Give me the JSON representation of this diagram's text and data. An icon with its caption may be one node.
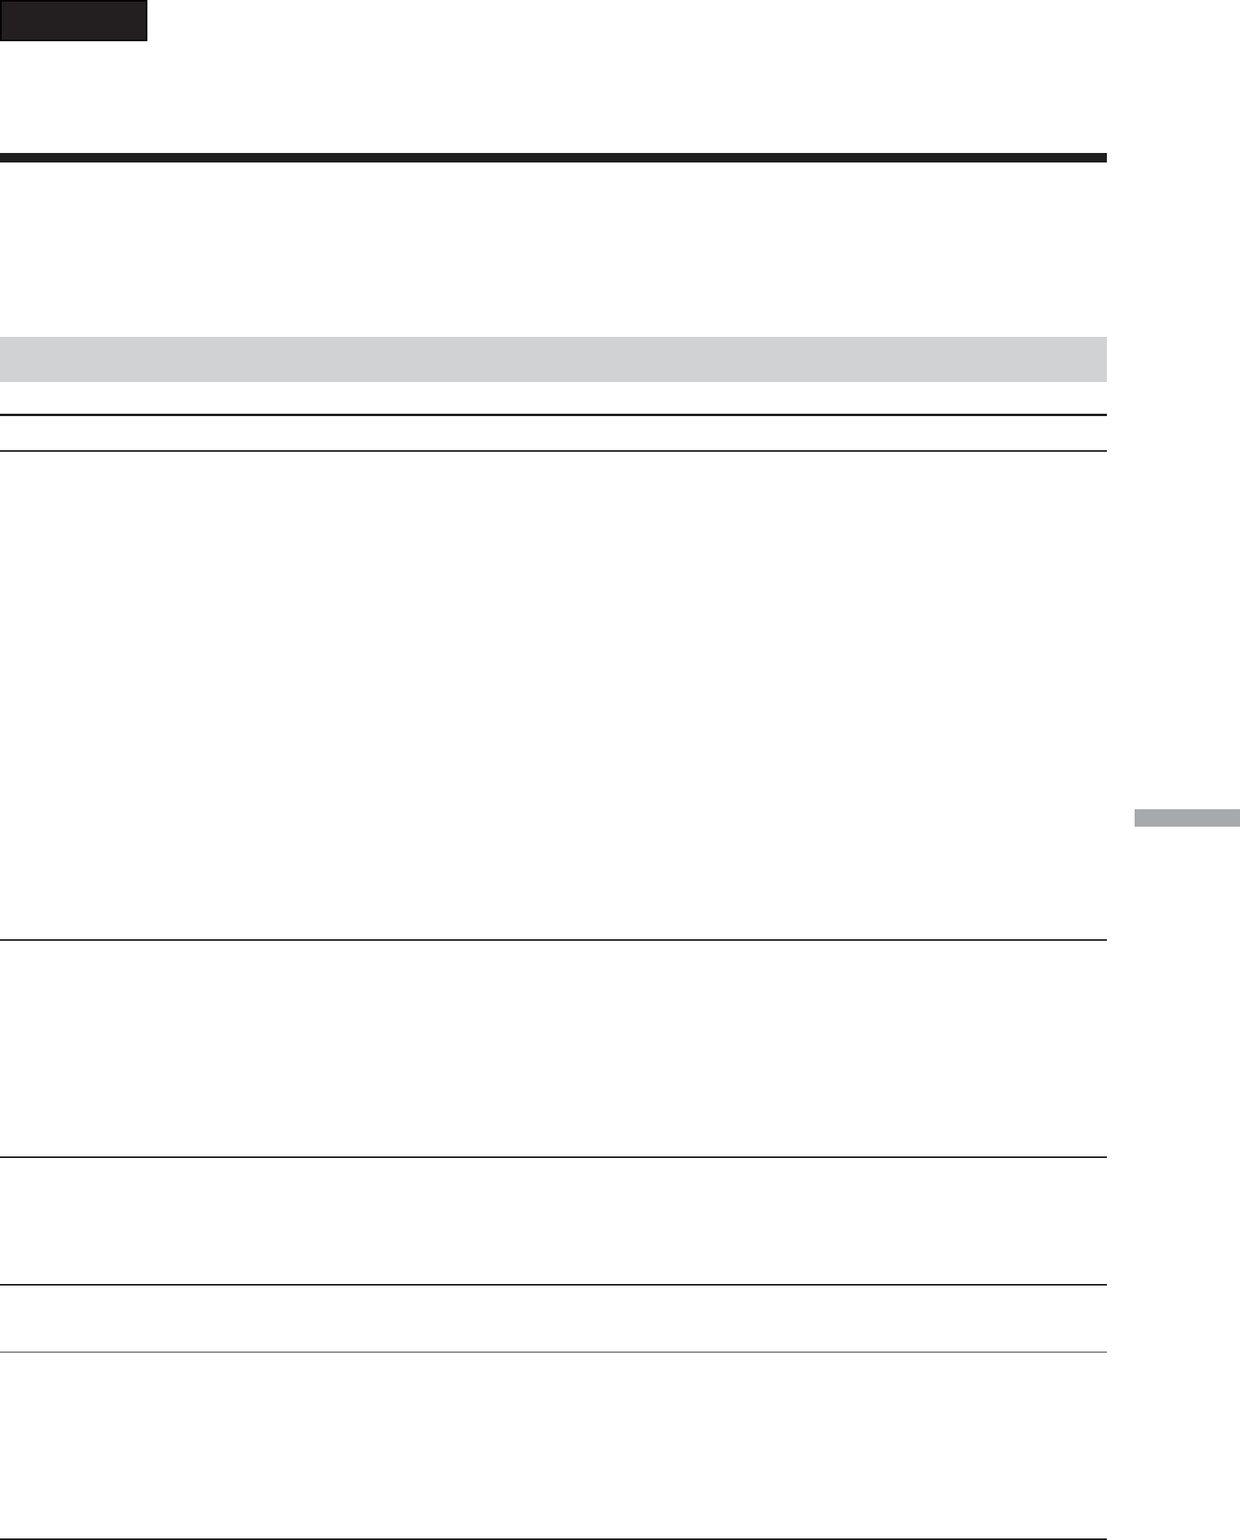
{
  "diagram": {
    "nodes": [
      {
        "text": [],
        "shape": "box"
      },
      {
        "text": [],
        "shape": "bar"
      },
      {
        "text": [],
        "shape": "bar"
      }
    ]
  }
}
